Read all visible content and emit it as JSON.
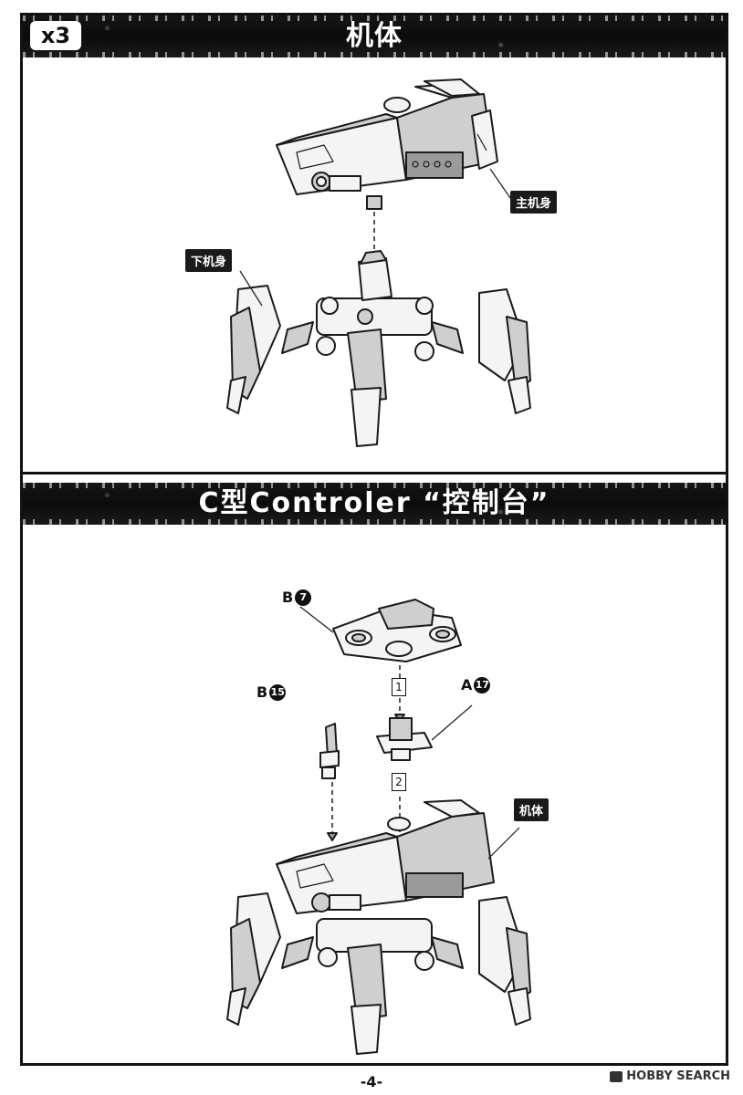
{
  "section1": {
    "quantity": "x3",
    "title": "机体",
    "labels": {
      "main_body": "主机身",
      "lower_body": "下机身"
    }
  },
  "section2": {
    "title": "C型Controler “控制台”",
    "parts": [
      {
        "runner": "B",
        "number": "7"
      },
      {
        "runner": "B",
        "number": "15"
      },
      {
        "runner": "A",
        "number": "17"
      }
    ],
    "steps": [
      "1",
      "2"
    ],
    "labels": {
      "body": "机体"
    }
  },
  "footer": {
    "page_number": "-4-",
    "watermark": "HOBBY SEARCH"
  }
}
